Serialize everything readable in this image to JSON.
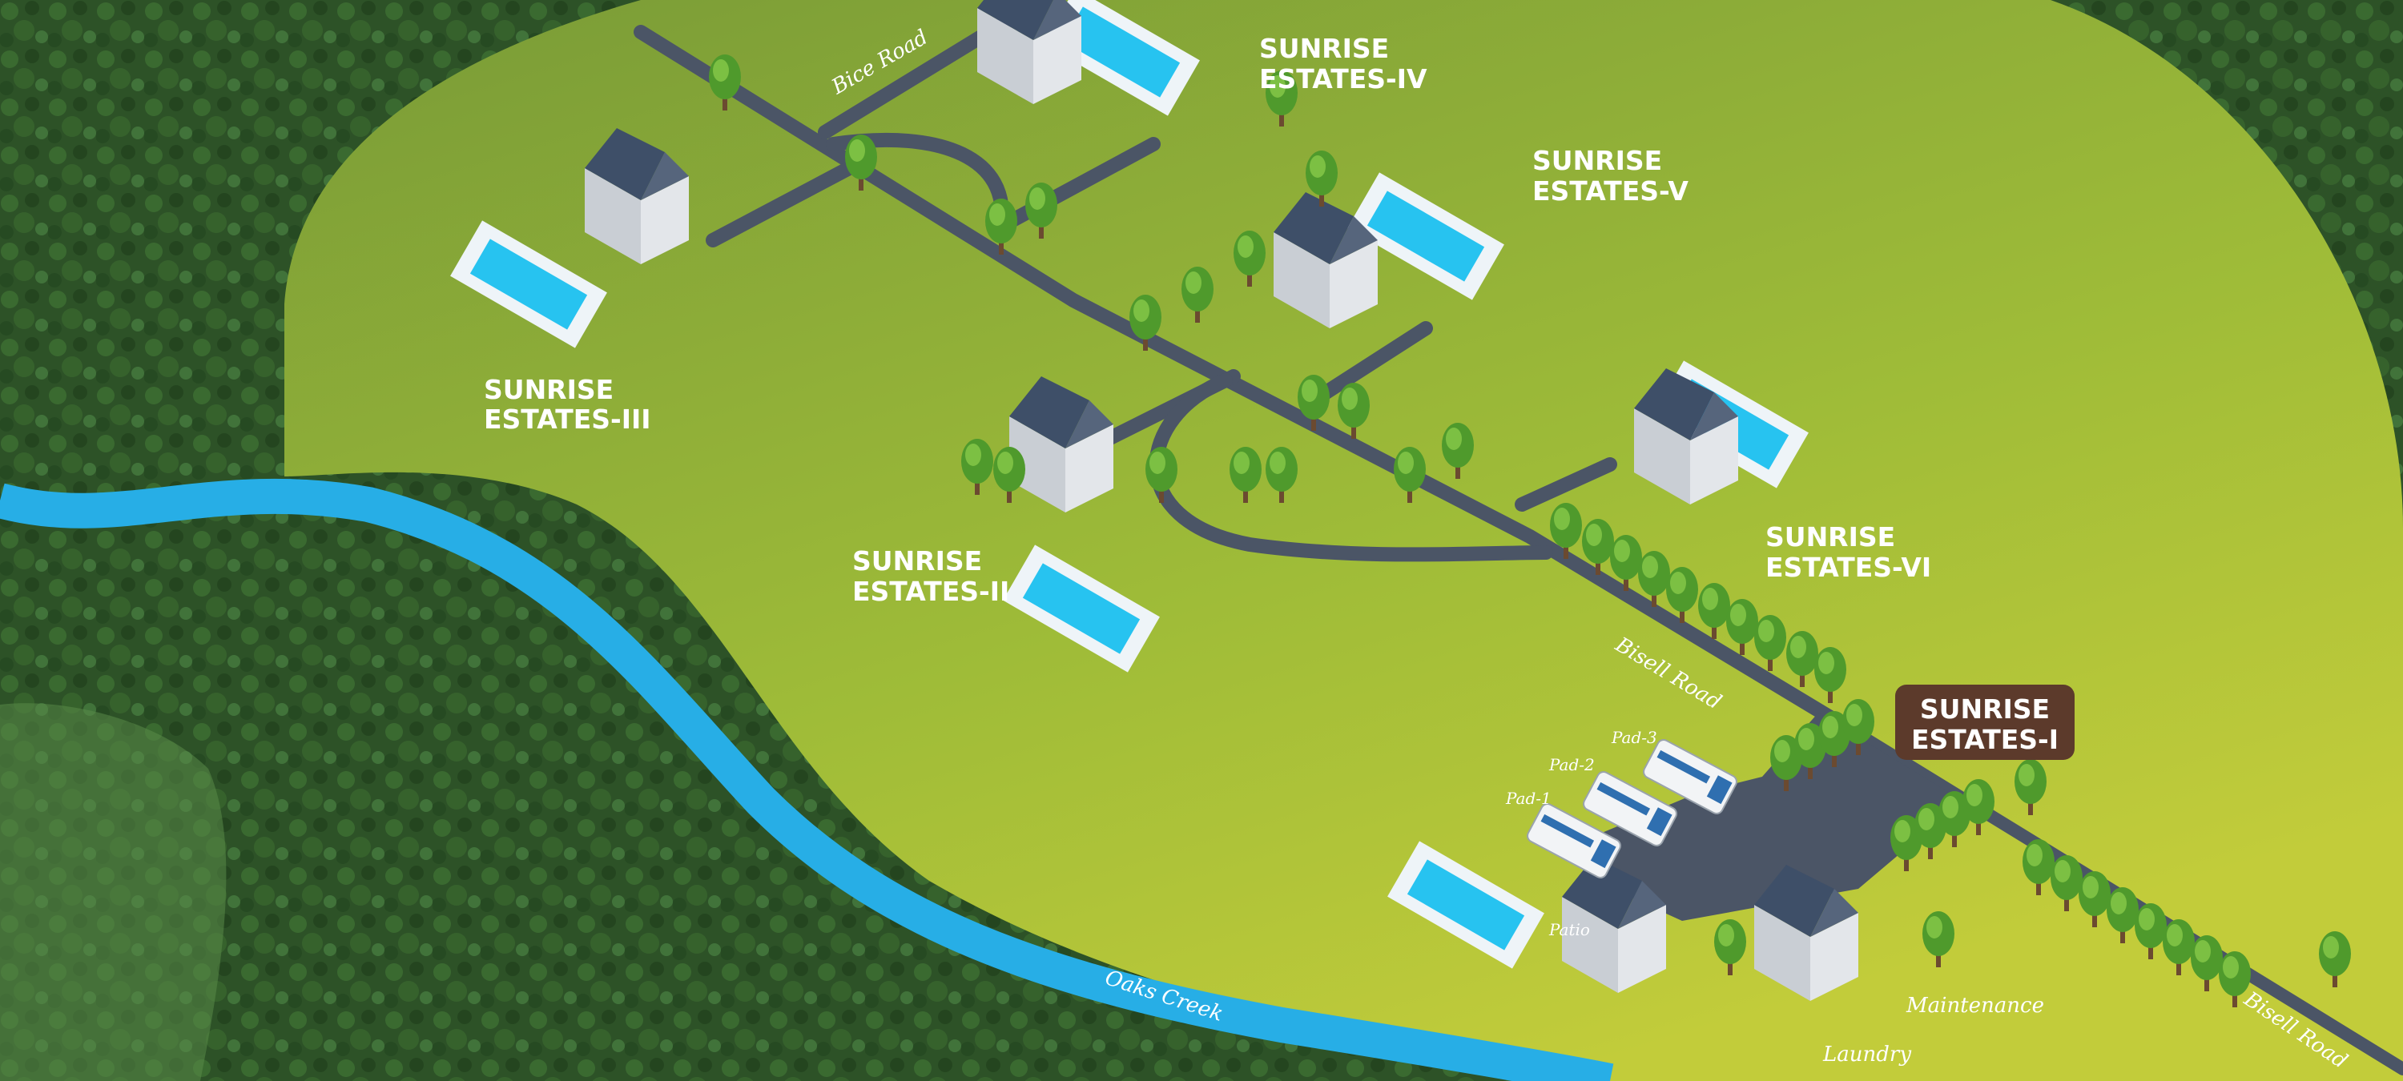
{
  "estates": [
    {
      "line1": "SUNRISE",
      "line2": "ESTATES-I"
    },
    {
      "line1": "SUNRISE",
      "line2": "ESTATES-II"
    },
    {
      "line1": "SUNRISE",
      "line2": "ESTATES-III"
    },
    {
      "line1": "SUNRISE",
      "line2": "ESTATES-IV"
    },
    {
      "line1": "SUNRISE",
      "line2": "ESTATES-V"
    },
    {
      "line1": "SUNRISE",
      "line2": "ESTATES-VI"
    }
  ],
  "roads": {
    "bice": "Bice Road",
    "bisell_upper": "Bisell Road",
    "bisell_lower": "Bisell Road"
  },
  "creek": "Oaks Creek",
  "amenities": {
    "pad1": "Pad-1",
    "pad2": "Pad-2",
    "pad3": "Pad-3",
    "patio": "Patio",
    "maintenance": "Maintenance",
    "laundry": "Laundry"
  },
  "colors": {
    "forest": "#2d5227",
    "land_dark": "#7a9d38",
    "land_light": "#bccb3a",
    "river": "#27aee6",
    "road": "#4b5566",
    "label_box": "#5c3a2b"
  }
}
